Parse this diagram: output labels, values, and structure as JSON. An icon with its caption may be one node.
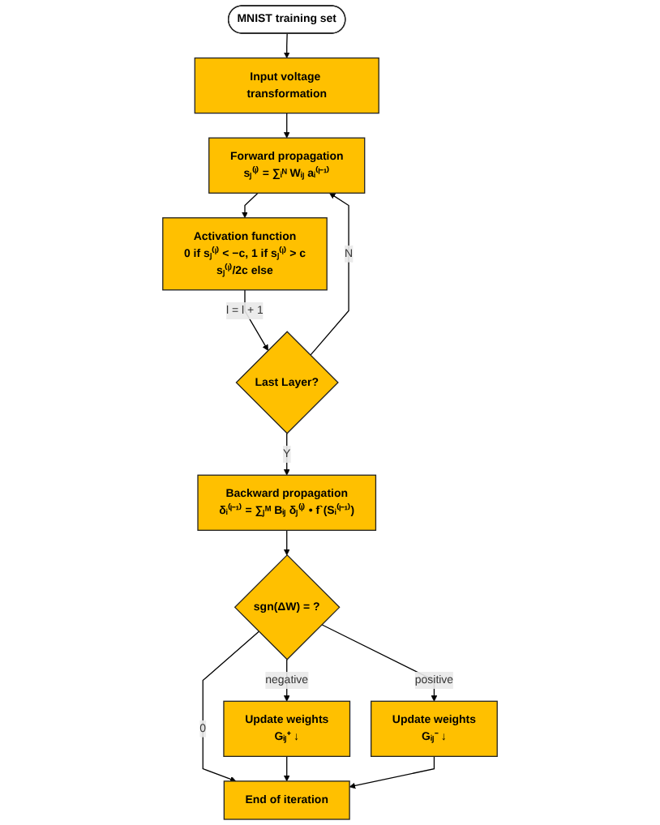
{
  "diagram": {
    "nodes": [
      {
        "text": [
          "MNIST training set"
        ]
      },
      {
        "text": [
          "Input voltage transformation"
        ]
      },
      {
        "text": [
          "Forward propagation",
          "sⱼ⁽ˡ⁾ = ∑ᵢᴺ Wᵢⱼ aᵢ⁽ˡ⁻¹⁾"
        ]
      },
      {
        "text": [
          "Activation function",
          "0 if sⱼ⁽ˡ⁾ < −c, 1 if sⱼ⁽ˡ⁾ > c",
          "sⱼ⁽ˡ⁾/2c else"
        ]
      },
      {
        "text": [
          "Last Layer?"
        ]
      },
      {
        "text": [
          "Backward propagation",
          "δᵢ⁽ˡ⁻¹⁾ = ∑ⱼᴹ Bᵢⱼ δⱼ⁽ˡ⁾ • f`(Sᵢ⁽ˡ⁻¹⁾)"
        ]
      },
      {
        "text": [
          "sgn(ΔW) = ?"
        ]
      },
      {
        "text": [
          "Update weights",
          "Gᵢⱼ⁺ ↓"
        ]
      },
      {
        "text": [
          "Update weights",
          "Gᵢⱼ⁻ ↓"
        ]
      },
      {
        "text": [
          "End of iteration"
        ]
      }
    ],
    "edges": [
      {
        "from": 0,
        "to": 1,
        "arrow": "to"
      },
      {
        "from": 1,
        "to": 2,
        "arrow": "to"
      },
      {
        "from": 2,
        "to": 3,
        "arrow": "to"
      },
      {
        "from": 3,
        "to": 4,
        "arrow": "to",
        "label": "l = l + 1"
      },
      {
        "from": 4,
        "to": 2,
        "arrow": "to",
        "label": "N"
      },
      {
        "from": 4,
        "to": 5,
        "arrow": "to",
        "label": "Y"
      },
      {
        "from": 5,
        "to": 6,
        "arrow": "to"
      },
      {
        "from": 6,
        "to": 7,
        "arrow": "to",
        "label": "negative"
      },
      {
        "from": 6,
        "to": 9,
        "arrow": "to",
        "label": "0"
      },
      {
        "from": 6,
        "to": 8,
        "arrow": "to",
        "label": "positive"
      },
      {
        "from": 7,
        "to": 9,
        "arrow": "to"
      },
      {
        "from": 8,
        "to": 9,
        "arrow": "to"
      }
    ]
  }
}
